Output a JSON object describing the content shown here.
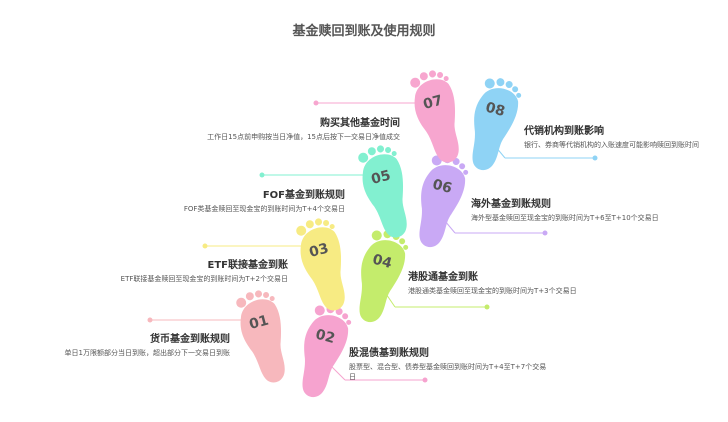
{
  "title": "基金赎回到账及使用规则",
  "steps": [
    {
      "num": "01",
      "heading": "货币基金到账规则",
      "desc": "单日1万限额部分当日到账，超出部分下一交易日到账",
      "color": "#f7b8bd"
    },
    {
      "num": "02",
      "heading": "股混债基到账规则",
      "desc": "股票型、混合型、债券型基金赎回到账时间为T+4至T+7个交易日",
      "color": "#f6a3cf"
    },
    {
      "num": "03",
      "heading": "ETF联接基金到账",
      "desc": "ETF联接基金赎回至现金宝的到账时间为T+2个交易日",
      "color": "#f7eb83"
    },
    {
      "num": "04",
      "heading": "港股通基金到账",
      "desc": "港股通类基金赎回至现金宝的到账时间为T+3个交易日",
      "color": "#c4ec6c"
    },
    {
      "num": "05",
      "heading": "FOF基金到账规则",
      "desc": "FOF类基金赎回至现金宝的到账时间为T+4个交易日",
      "color": "#82f0d0"
    },
    {
      "num": "06",
      "heading": "海外基金到账规则",
      "desc": "海外型基金赎回至现金宝的到账时间为T+6至T+10个交易日",
      "color": "#c9a9f5"
    },
    {
      "num": "07",
      "heading": "购买其他基金时间",
      "desc": "工作日15点前申购按当日净值，15点后按下一交易日净值成交",
      "color": "#f7a6cf"
    },
    {
      "num": "08",
      "heading": "代销机构到账影响",
      "desc": "银行、券商等代销机构的入账速度可能影响赎回到账时间",
      "color": "#8fd3f5"
    }
  ]
}
